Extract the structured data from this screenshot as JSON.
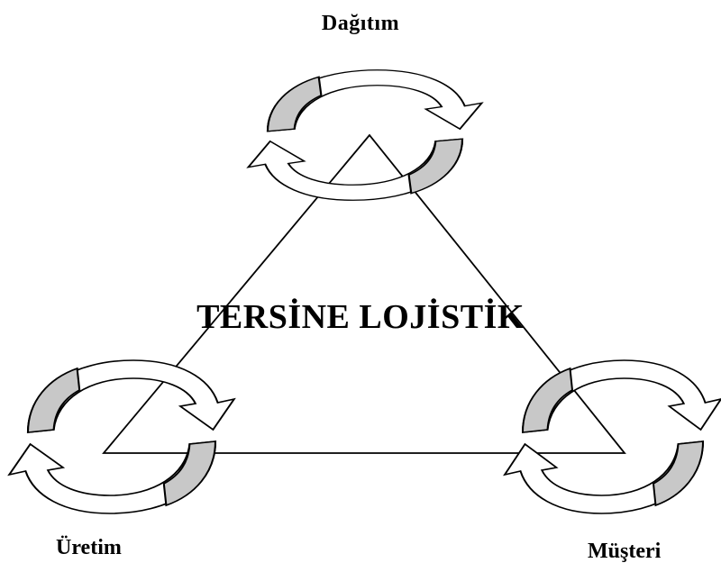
{
  "diagram": {
    "title": "TERSİNE LOJİSTİK",
    "nodes": {
      "top": "Dağıtım",
      "left": "Üretim",
      "right": "Müşteri"
    },
    "colors": {
      "stroke": "#000000",
      "arrow_shade": "#c8c8c8",
      "arrow_light": "#ffffff"
    },
    "icons": [
      "cycle-arrows-icon",
      "cycle-arrows-icon",
      "cycle-arrows-icon"
    ]
  }
}
